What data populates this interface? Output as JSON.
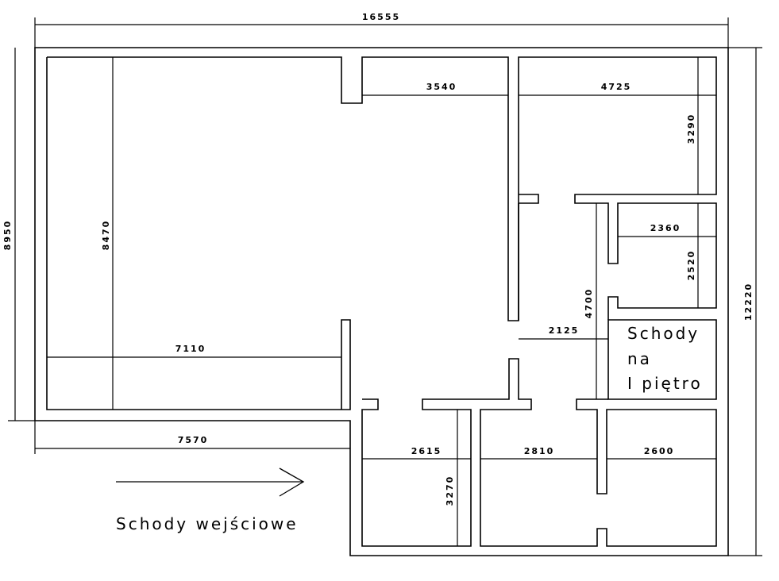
{
  "dimensions": {
    "total_width": "16555",
    "total_depth": "8950",
    "right_depth": "12220",
    "living_depth": "8470",
    "living_width": "7110",
    "bottom_left_width": "7570",
    "hall_width": "3540",
    "room_tr_width": "4725",
    "room_tr_depth": "3290",
    "small_room_width": "2360",
    "small_room_depth": "2520",
    "corridor_depth": "4700",
    "corridor_width": "2125",
    "bottom_room1_width": "2615",
    "bottom_room1_depth": "3270",
    "bottom_room2_width": "2810",
    "bottom_room3_width": "2600"
  },
  "labels": {
    "stairs_up_line1": "Schody",
    "stairs_up_line2": "na",
    "stairs_up_line3": "I piętro",
    "entrance_stairs": "Schody wejściowe"
  }
}
